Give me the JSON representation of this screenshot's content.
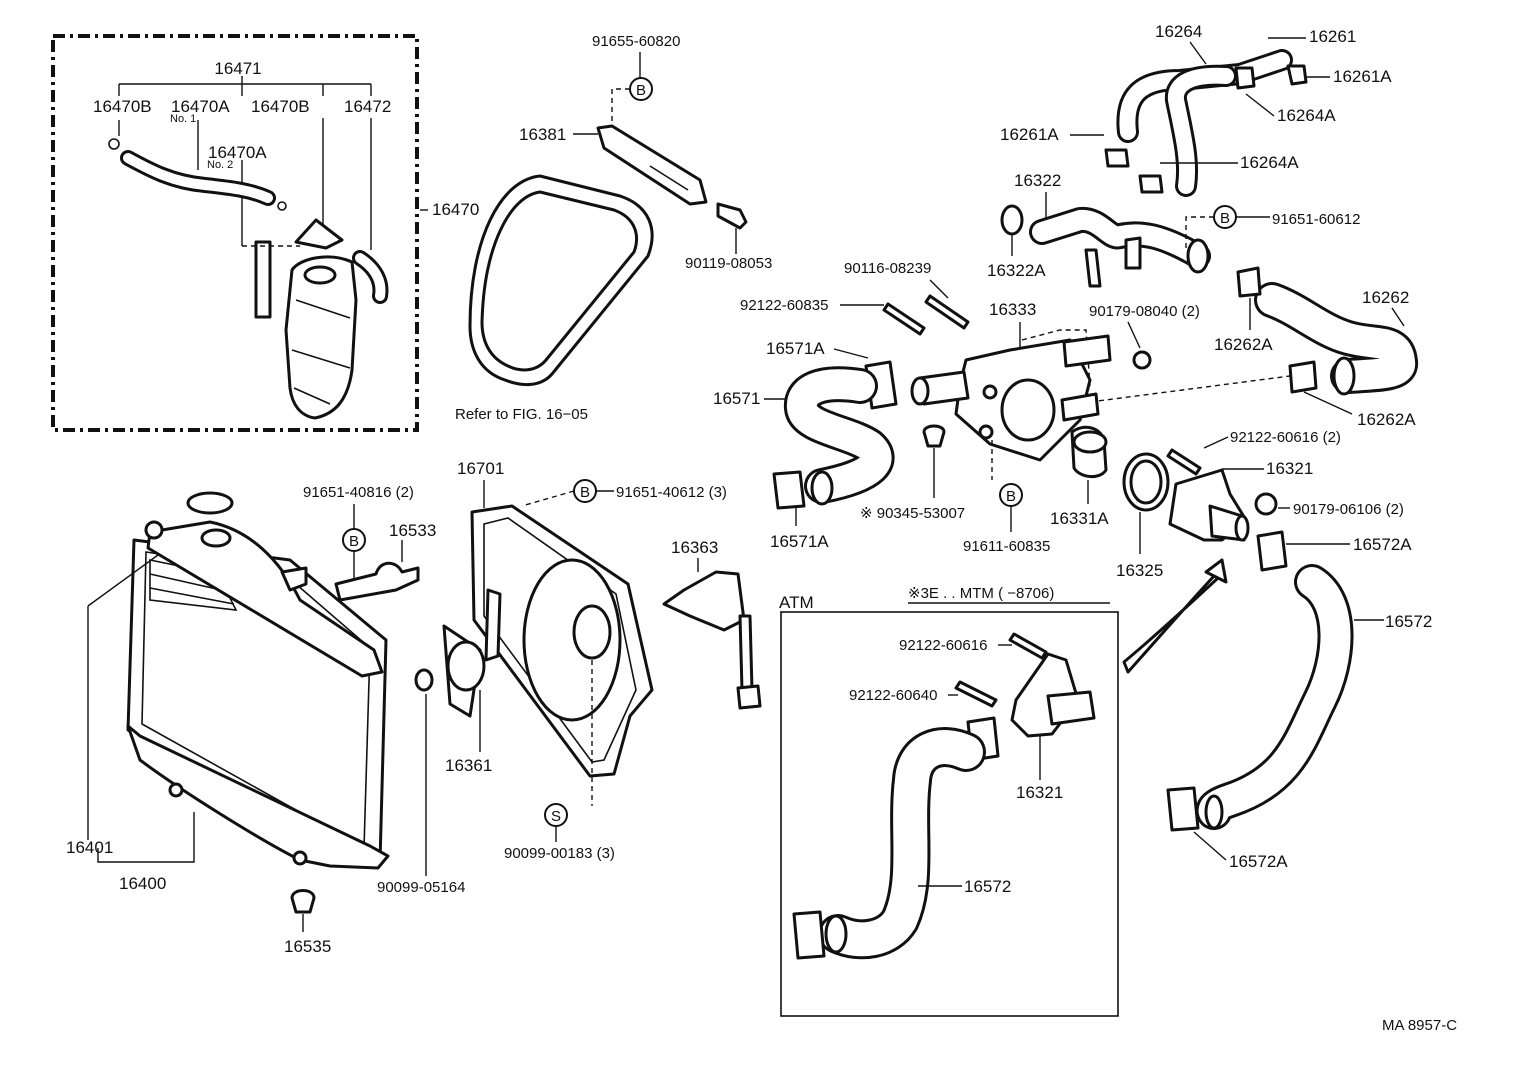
{
  "diagram": {
    "code": "MA 8957-C",
    "note_ref": "Refer to FIG. 16−05",
    "atm_title": "ATM",
    "atm_note": "※3E . . MTM (      −8706)",
    "callouts": [
      "B",
      "S"
    ],
    "reserve_tank": {
      "group": "16471",
      "hose_b_left": "16470B",
      "hose_a_no1": "16470A",
      "no1": "No. 1",
      "hose_a_no2": "16470A",
      "no2": "No. 2",
      "hose_b_right": "16470B",
      "hose_16472": "16472",
      "tank": "16470"
    },
    "belt": {
      "bolt_top": "91655-60820",
      "bracket": "16381",
      "bolt": "90119-08053"
    },
    "radiator": {
      "stud_2": "91651-40816 (2)",
      "support": "16533",
      "assy_16401": "16401",
      "assy_16400": "16400",
      "grommet": "90099-05164",
      "drain_cock": "16535"
    },
    "fan": {
      "shroud": "16701",
      "bolt_3": "91651-40612 (3)",
      "fan": "16361",
      "screw_3": "90099-00183 (3)",
      "motor": "16363"
    },
    "upper_pipes": {
      "hose_16264": "16264",
      "hose_16261": "16261",
      "clamp_16261A_right": "16261A",
      "clamp_16264A_top": "16264A",
      "clamp_16261A_left": "16261A",
      "clamp_16264A_mid": "16264A",
      "pipe": "16322",
      "gasket": "16322A",
      "bolt": "91651-60612",
      "hose_16262": "16262",
      "clamp_16262A_a": "16262A",
      "clamp_16262A_b": "16262A"
    },
    "housing": {
      "stud_08239": "90116-08239",
      "stud_60835": "92122-60835",
      "housing": "16333",
      "nut_2": "90179-08040 (2)",
      "clamp_16571A_top": "16571A",
      "hose_16571": "16571",
      "clamp_16571A_bottom": "16571A",
      "drain_plug": "※ 90345-53007",
      "bolt_60835": "91611-60835",
      "thermostat": "16331A",
      "gasket_16325": "16325",
      "stud_2": "92122-60616 (2)",
      "inlet": "16321",
      "nut_06106": "90179-06106 (2)",
      "clamp_16572A_top": "16572A",
      "hose_16572": "16572",
      "clamp_16572A_bottom": "16572A"
    },
    "atm": {
      "stud_60616": "92122-60616",
      "stud_60640": "92122-60640",
      "inlet": "16321",
      "hose": "16572"
    }
  }
}
